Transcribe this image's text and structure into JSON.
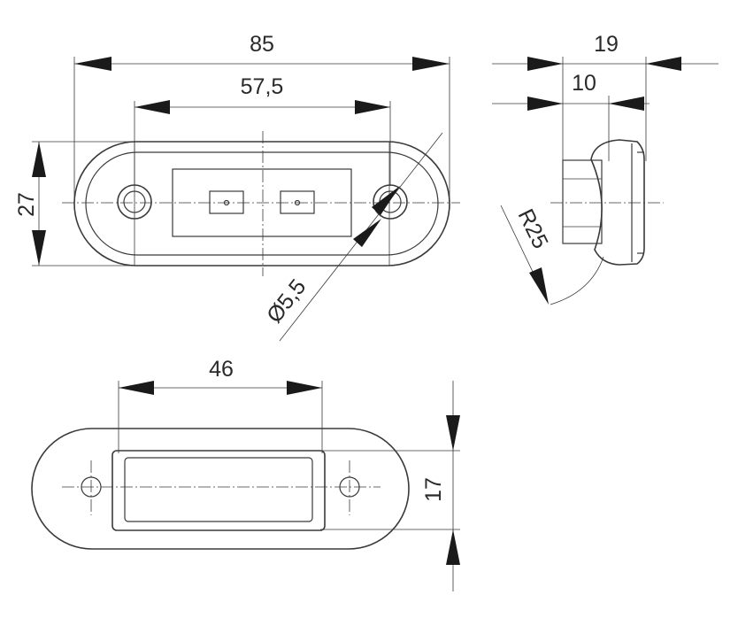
{
  "dimensions": {
    "overall_length": "85",
    "hole_spacing": "57,5",
    "height": "27",
    "hole_diameter": "Ø5,5",
    "depth_total": "19",
    "depth_body": "10",
    "radius": "R25",
    "window_width": "46",
    "window_height": "17"
  },
  "colors": {
    "line": "#3a3a3a",
    "arrow": "#1a1a1a",
    "background": "#ffffff"
  }
}
